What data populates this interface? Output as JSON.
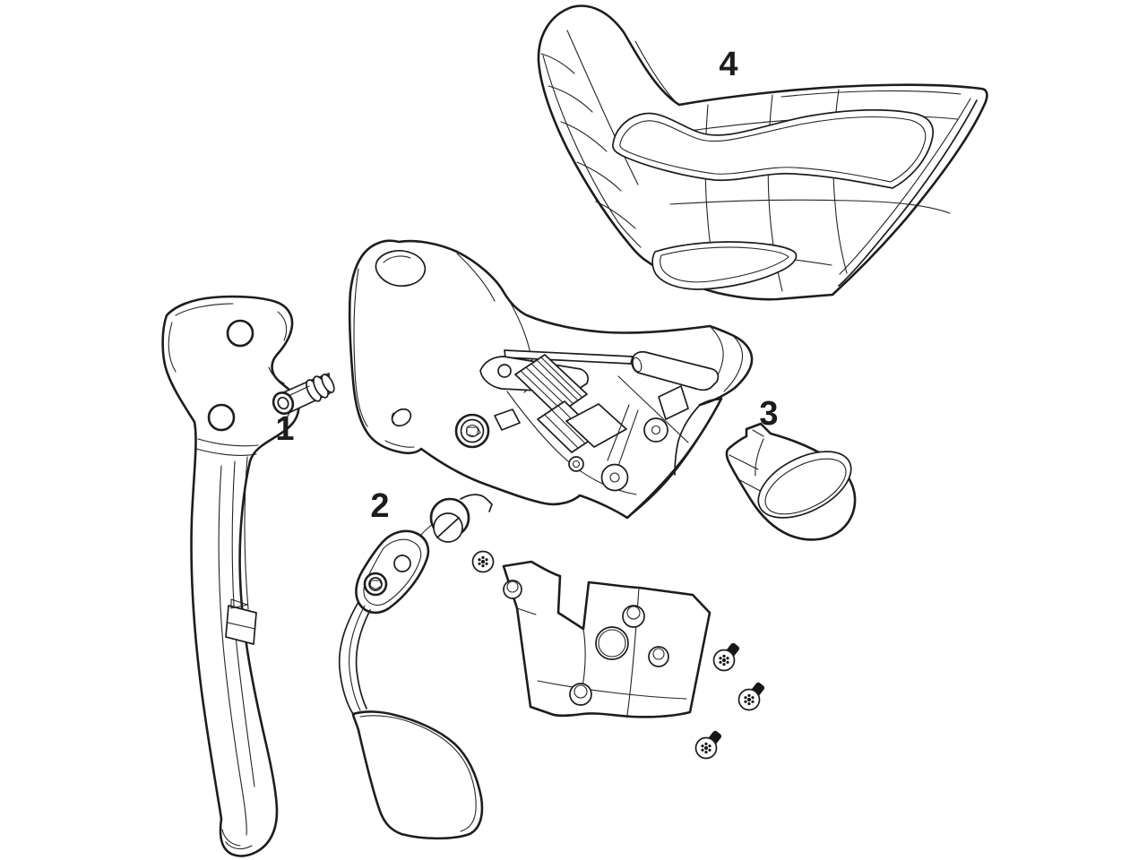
{
  "diagram": {
    "type": "exploded-parts-diagram",
    "subject": "Drop-bar shifter and brake lever assembly, exploded view",
    "background_color": "#ffffff",
    "line_color": "#1d1d1d",
    "parts": [
      {
        "number": "1",
        "name": "lever pivot pin"
      },
      {
        "number": "2",
        "name": "shift paddle"
      },
      {
        "number": "3",
        "name": "handlebar clamp band"
      },
      {
        "number": "4",
        "name": "hood cover"
      }
    ],
    "unlabeled_components": [
      "brake lever blade",
      "shifter body with internal mechanism",
      "paddle return spring",
      "bottom cover plate",
      "torx screws (4)"
    ]
  }
}
